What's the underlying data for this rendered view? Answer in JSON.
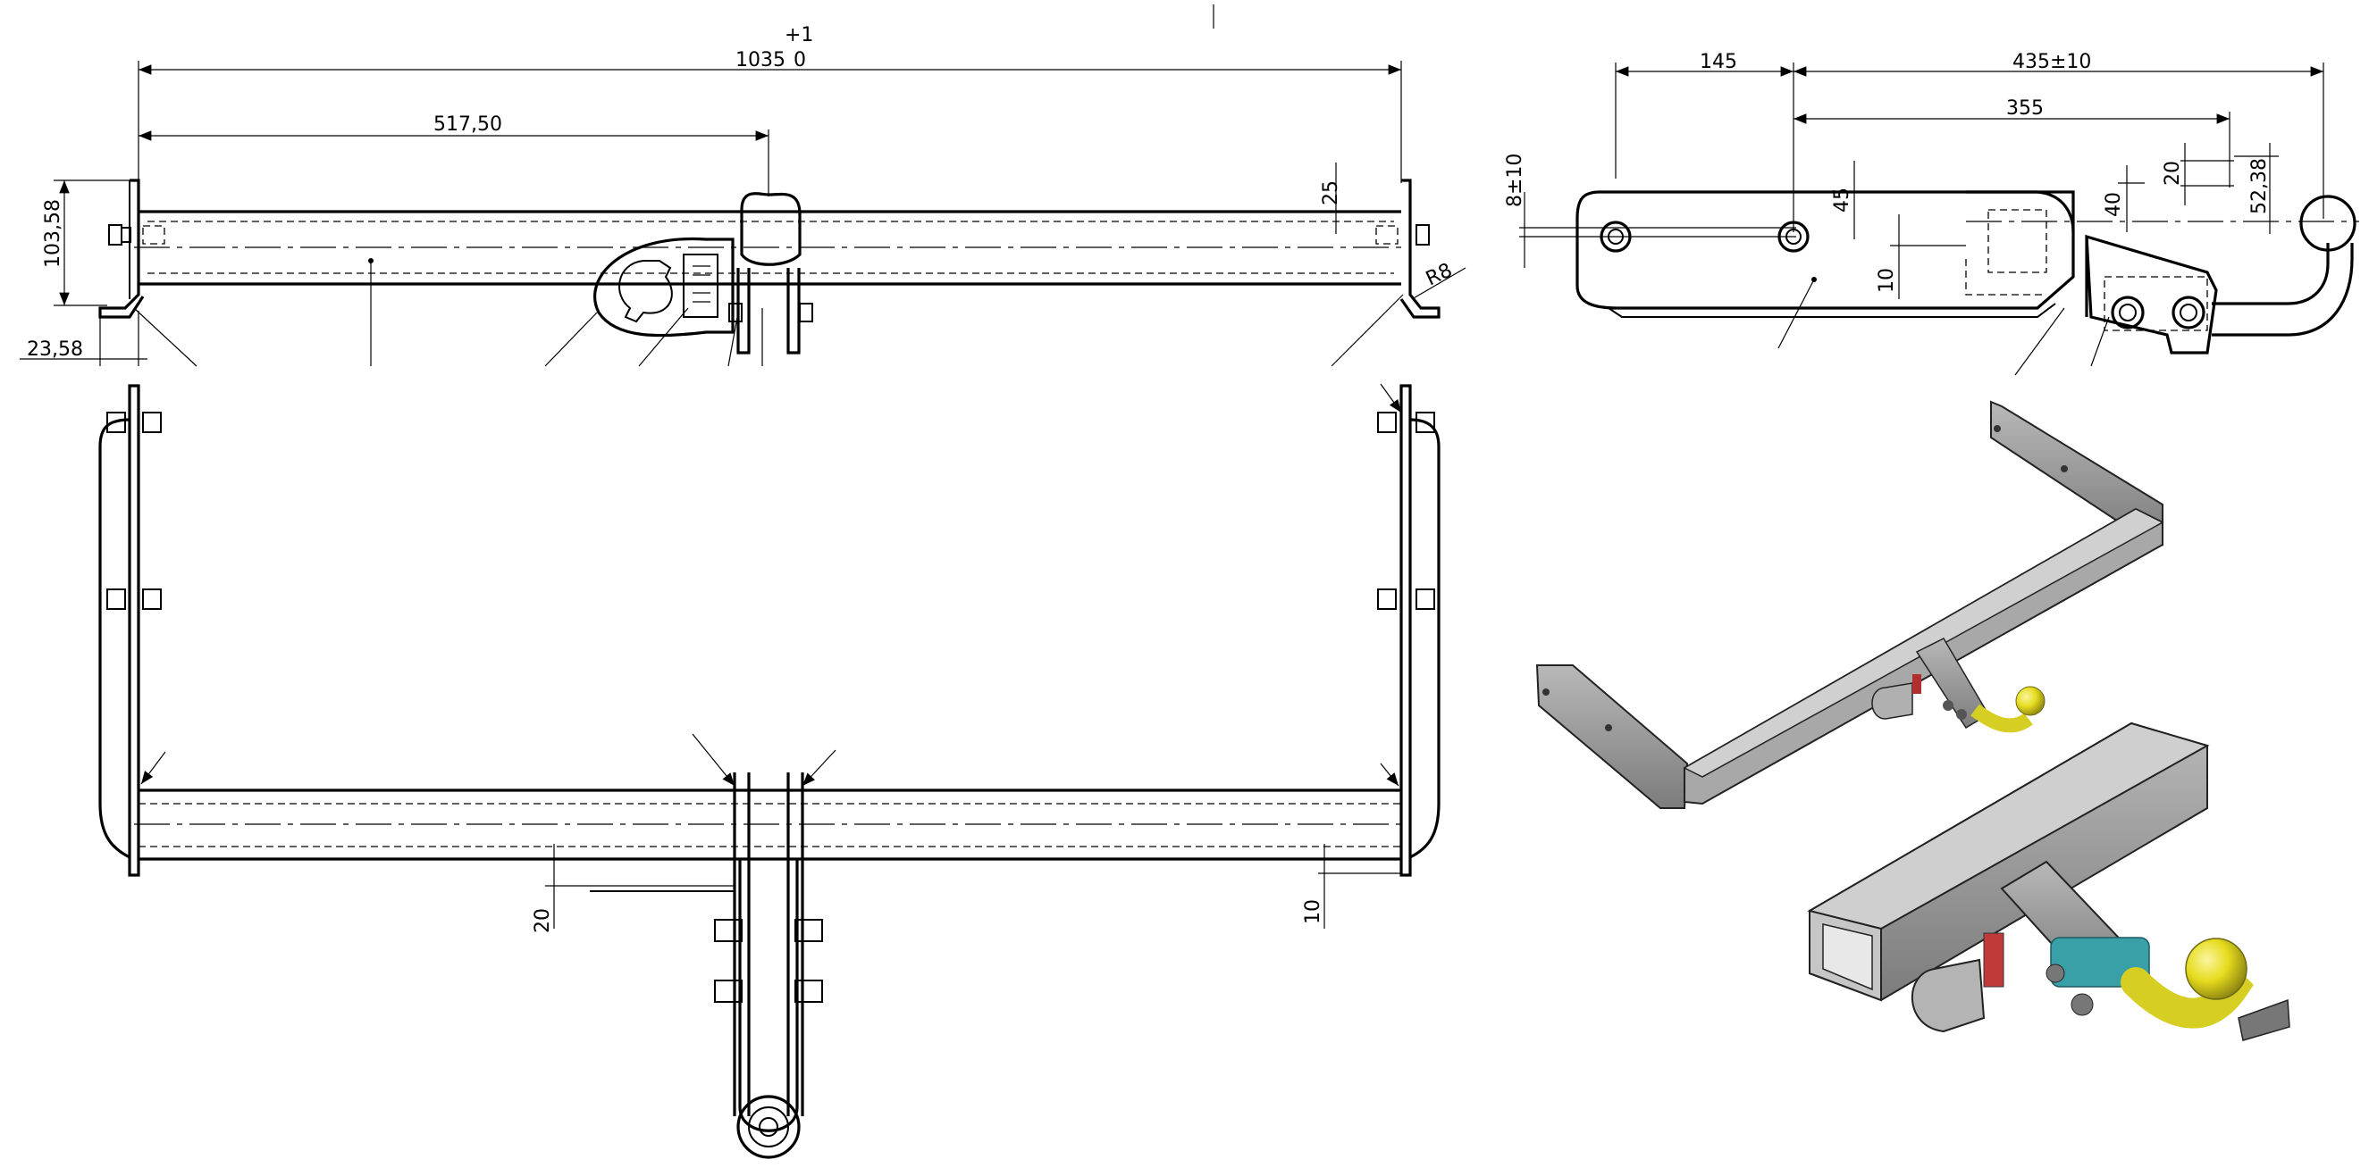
{
  "drawing": {
    "top_view": {
      "overall_width": "1035",
      "overall_tol_upper": "+1",
      "overall_tol_lower": "0",
      "half_width": "517,50",
      "plate_height": "103,58",
      "plate_offset": "23,58",
      "tube_offset": "25",
      "bend_radius": "R8"
    },
    "side_view": {
      "dim_145": "145",
      "dim_435": "435±10",
      "dim_355": "355",
      "dim_8": "8±10",
      "dim_45": "45",
      "dim_10": "10",
      "dim_40": "40",
      "dim_20": "20",
      "dim_52": "52,38"
    },
    "front_view": {
      "dim_20": "20",
      "dim_10": "10"
    },
    "colors": {
      "steel": "#9a9a9a",
      "ball": "#e6dc1e",
      "sleeve": "#3aa0a8",
      "line": "#000000"
    }
  }
}
